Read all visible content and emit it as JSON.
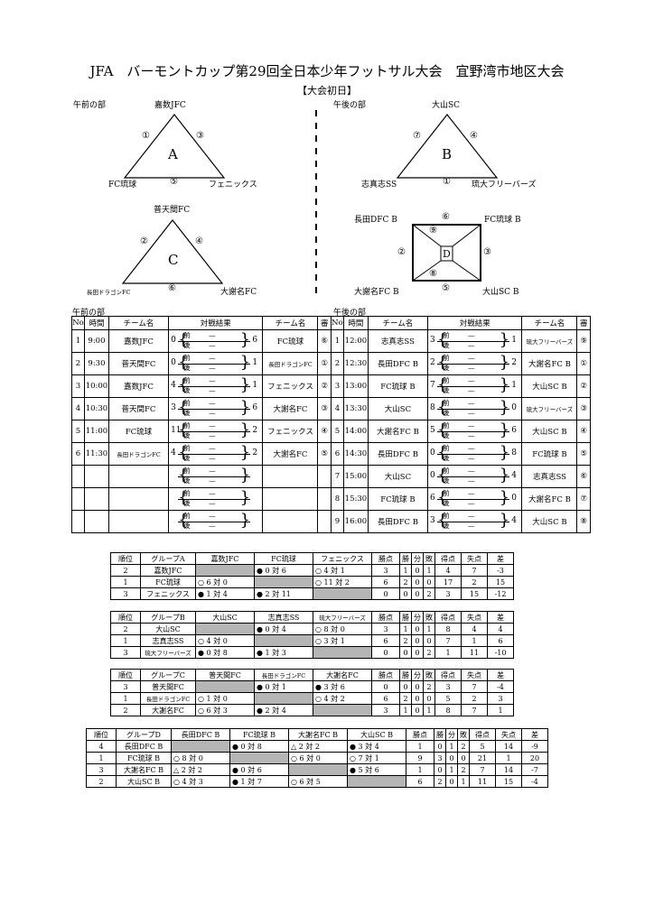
{
  "title": "JFA　バーモントカップ第29回全日本少年フットサル大会　宜野湾市地区大会",
  "subtitle": "【大会初日】",
  "am_label": "午前の部",
  "pm_label": "午後の部",
  "groupA": {
    "top": "嘉数JFC",
    "left": "FC琉球",
    "right": "フェニックス",
    "c1": "①",
    "c2": "③",
    "c3": "⑤",
    "letter": "A"
  },
  "groupB": {
    "top": "大山SC",
    "left": "志真志SS",
    "right": "琉大フリーバーズ",
    "c1": "⑦",
    "c2": "④",
    "c3": "①",
    "letter": "B"
  },
  "groupC": {
    "top": "普天間FC",
    "left": "長田ドラゴンFC",
    "right": "大謝名FC",
    "c1": "②",
    "c2": "④",
    "c3": "⑥",
    "letter": "C"
  },
  "groupD": {
    "tl": "長田DFC B",
    "tr": "FC琉球 B",
    "bl": "大謝名FC B",
    "br": "大山SC B",
    "top": "⑥",
    "left": "②",
    "right": "③",
    "bottom": "⑤",
    "inner_top": "⑨",
    "inner_bottom": "⑧",
    "letter": "D"
  },
  "matches_header": {
    "no": "No",
    "time": "時間",
    "team": "チーム名",
    "result": "対戦結果",
    "team2": "チーム名",
    "ref": "審"
  },
  "half1": "前",
  "half2": "後",
  "dash": "—",
  "am_matches": [
    {
      "no": "1",
      "time": "9:00",
      "t1": "嘉数JFC",
      "s1": "0",
      "s2": "6",
      "t2": "FC琉球",
      "ref": "⑥"
    },
    {
      "no": "2",
      "time": "9:30",
      "t1": "普天間FC",
      "s1": "0",
      "s2": "1",
      "t2": "長田ドラゴンFC",
      "ref": "①"
    },
    {
      "no": "3",
      "time": "10:00",
      "t1": "嘉数JFC",
      "s1": "4",
      "s2": "1",
      "t2": "フェニックス",
      "ref": "②"
    },
    {
      "no": "4",
      "time": "10:30",
      "t1": "普天間FC",
      "s1": "3",
      "s2": "6",
      "t2": "大謝名FC",
      "ref": "③"
    },
    {
      "no": "5",
      "time": "11:00",
      "t1": "FC琉球",
      "s1": "11",
      "s2": "2",
      "t2": "フェニックス",
      "ref": "④"
    },
    {
      "no": "6",
      "time": "11:30",
      "t1": "長田ドラゴンFC",
      "s1": "4",
      "s2": "2",
      "t2": "大謝名FC",
      "ref": "⑤"
    },
    {
      "no": "",
      "time": "",
      "t1": "",
      "s1": "",
      "s2": "",
      "t2": "",
      "ref": ""
    },
    {
      "no": "",
      "time": "",
      "t1": "",
      "s1": "",
      "s2": "",
      "t2": "",
      "ref": ""
    },
    {
      "no": "",
      "time": "",
      "t1": "",
      "s1": "",
      "s2": "",
      "t2": "",
      "ref": ""
    }
  ],
  "pm_matches": [
    {
      "no": "1",
      "time": "12:00",
      "t1": "志真志SS",
      "s1": "3",
      "s2": "1",
      "t2": "琉大フリーバーズ",
      "ref": "⑨"
    },
    {
      "no": "2",
      "time": "12:30",
      "t1": "長田DFC B",
      "s1": "2",
      "s2": "2",
      "t2": "大謝名FC B",
      "ref": "①"
    },
    {
      "no": "3",
      "time": "13:00",
      "t1": "FC琉球 B",
      "s1": "7",
      "s2": "1",
      "t2": "大山SC B",
      "ref": "②"
    },
    {
      "no": "4",
      "time": "13:30",
      "t1": "大山SC",
      "s1": "8",
      "s2": "0",
      "t2": "琉大フリーバーズ",
      "ref": "③"
    },
    {
      "no": "5",
      "time": "14:00",
      "t1": "大謝名FC B",
      "s1": "5",
      "s2": "6",
      "t2": "大山SC B",
      "ref": "④"
    },
    {
      "no": "6",
      "time": "14:30",
      "t1": "長田DFC B",
      "s1": "0",
      "s2": "8",
      "t2": "FC琉球 B",
      "ref": "⑤"
    },
    {
      "no": "7",
      "time": "15:00",
      "t1": "大山SC",
      "s1": "0",
      "s2": "4",
      "t2": "志真志SS",
      "ref": "⑥"
    },
    {
      "no": "8",
      "time": "15:30",
      "t1": "FC琉球 B",
      "s1": "6",
      "s2": "0",
      "t2": "大謝名FC B",
      "ref": "⑦"
    },
    {
      "no": "9",
      "time": "16:00",
      "t1": "長田DFC B",
      "s1": "3",
      "s2": "4",
      "t2": "大山SC B",
      "ref": "⑧"
    }
  ],
  "stand_header": {
    "rank": "順位",
    "pts": "勝点",
    "w": "勝",
    "d": "分",
    "l": "敗",
    "gf": "得点",
    "ga": "失点",
    "diff": "差"
  },
  "standA": {
    "group": "グループA",
    "teams": [
      "嘉数JFC",
      "FC琉球",
      "フェニックス"
    ],
    "rows": [
      {
        "rank": "2",
        "name": "嘉数JFC",
        "c": [
          null,
          "● 0 対 6",
          "○ 4 対 1"
        ],
        "pts": "3",
        "w": "1",
        "d": "0",
        "l": "1",
        "gf": "4",
        "ga": "7",
        "diff": "-3"
      },
      {
        "rank": "1",
        "name": "FC琉球",
        "c": [
          "○ 6 対 0",
          null,
          "○ 11 対 2"
        ],
        "pts": "6",
        "w": "2",
        "d": "0",
        "l": "0",
        "gf": "17",
        "ga": "2",
        "diff": "15"
      },
      {
        "rank": "3",
        "name": "フェニックス",
        "c": [
          "● 1 対 4",
          "● 2 対 11",
          null
        ],
        "pts": "0",
        "w": "0",
        "d": "0",
        "l": "2",
        "gf": "3",
        "ga": "15",
        "diff": "-12"
      }
    ]
  },
  "standB": {
    "group": "グループB",
    "teams": [
      "大山SC",
      "志真志SS",
      "琉大フリーバーズ"
    ],
    "rows": [
      {
        "rank": "2",
        "name": "大山SC",
        "c": [
          null,
          "● 0 対 4",
          "○ 8 対 0"
        ],
        "pts": "3",
        "w": "1",
        "d": "0",
        "l": "1",
        "gf": "8",
        "ga": "4",
        "diff": "4"
      },
      {
        "rank": "1",
        "name": "志真志SS",
        "c": [
          "○ 4 対 0",
          null,
          "○ 3 対 1"
        ],
        "pts": "6",
        "w": "2",
        "d": "0",
        "l": "0",
        "gf": "7",
        "ga": "1",
        "diff": "6"
      },
      {
        "rank": "3",
        "name": "琉大フリーバーズ",
        "c": [
          "● 0 対 8",
          "● 1 対 3",
          null
        ],
        "pts": "0",
        "w": "0",
        "d": "0",
        "l": "2",
        "gf": "1",
        "ga": "11",
        "diff": "-10"
      }
    ]
  },
  "standC": {
    "group": "グループC",
    "teams": [
      "普天間FC",
      "長田ドラゴンFC",
      "大謝名FC"
    ],
    "rows": [
      {
        "rank": "3",
        "name": "普天間FC",
        "c": [
          null,
          "● 0 対 1",
          "● 3 対 6"
        ],
        "pts": "0",
        "w": "0",
        "d": "0",
        "l": "2",
        "gf": "3",
        "ga": "7",
        "diff": "-4"
      },
      {
        "rank": "1",
        "name": "長田ドラゴンFC",
        "c": [
          "○ 1 対 0",
          null,
          "○ 4 対 2"
        ],
        "pts": "6",
        "w": "2",
        "d": "0",
        "l": "0",
        "gf": "5",
        "ga": "2",
        "diff": "3"
      },
      {
        "rank": "2",
        "name": "大謝名FC",
        "c": [
          "○ 6 対 3",
          "● 2 対 4",
          null
        ],
        "pts": "3",
        "w": "1",
        "d": "0",
        "l": "1",
        "gf": "8",
        "ga": "7",
        "diff": "1"
      }
    ]
  },
  "standD": {
    "group": "グループD",
    "teams": [
      "長田DFC B",
      "FC琉球 B",
      "大謝名FC B",
      "大山SC B"
    ],
    "rows": [
      {
        "rank": "4",
        "name": "長田DFC B",
        "c": [
          null,
          "● 0 対 8",
          "△ 2 対 2",
          "● 3 対 4"
        ],
        "pts": "1",
        "w": "0",
        "d": "1",
        "l": "2",
        "gf": "5",
        "ga": "14",
        "diff": "-9"
      },
      {
        "rank": "1",
        "name": "FC琉球 B",
        "c": [
          "○ 8 対 0",
          null,
          "○ 6 対 0",
          "○ 7 対 1"
        ],
        "pts": "9",
        "w": "3",
        "d": "0",
        "l": "0",
        "gf": "21",
        "ga": "1",
        "diff": "20"
      },
      {
        "rank": "3",
        "name": "大謝名FC B",
        "c": [
          "△ 2 対 2",
          "● 0 対 6",
          null,
          "● 5 対 6"
        ],
        "pts": "1",
        "w": "0",
        "d": "1",
        "l": "2",
        "gf": "7",
        "ga": "14",
        "diff": "-7"
      },
      {
        "rank": "2",
        "name": "大山SC B",
        "c": [
          "○ 4 対 3",
          "● 1 対 7",
          "○ 6 対 5",
          null
        ],
        "pts": "6",
        "w": "2",
        "d": "0",
        "l": "1",
        "gf": "11",
        "ga": "15",
        "diff": "-4"
      }
    ]
  }
}
